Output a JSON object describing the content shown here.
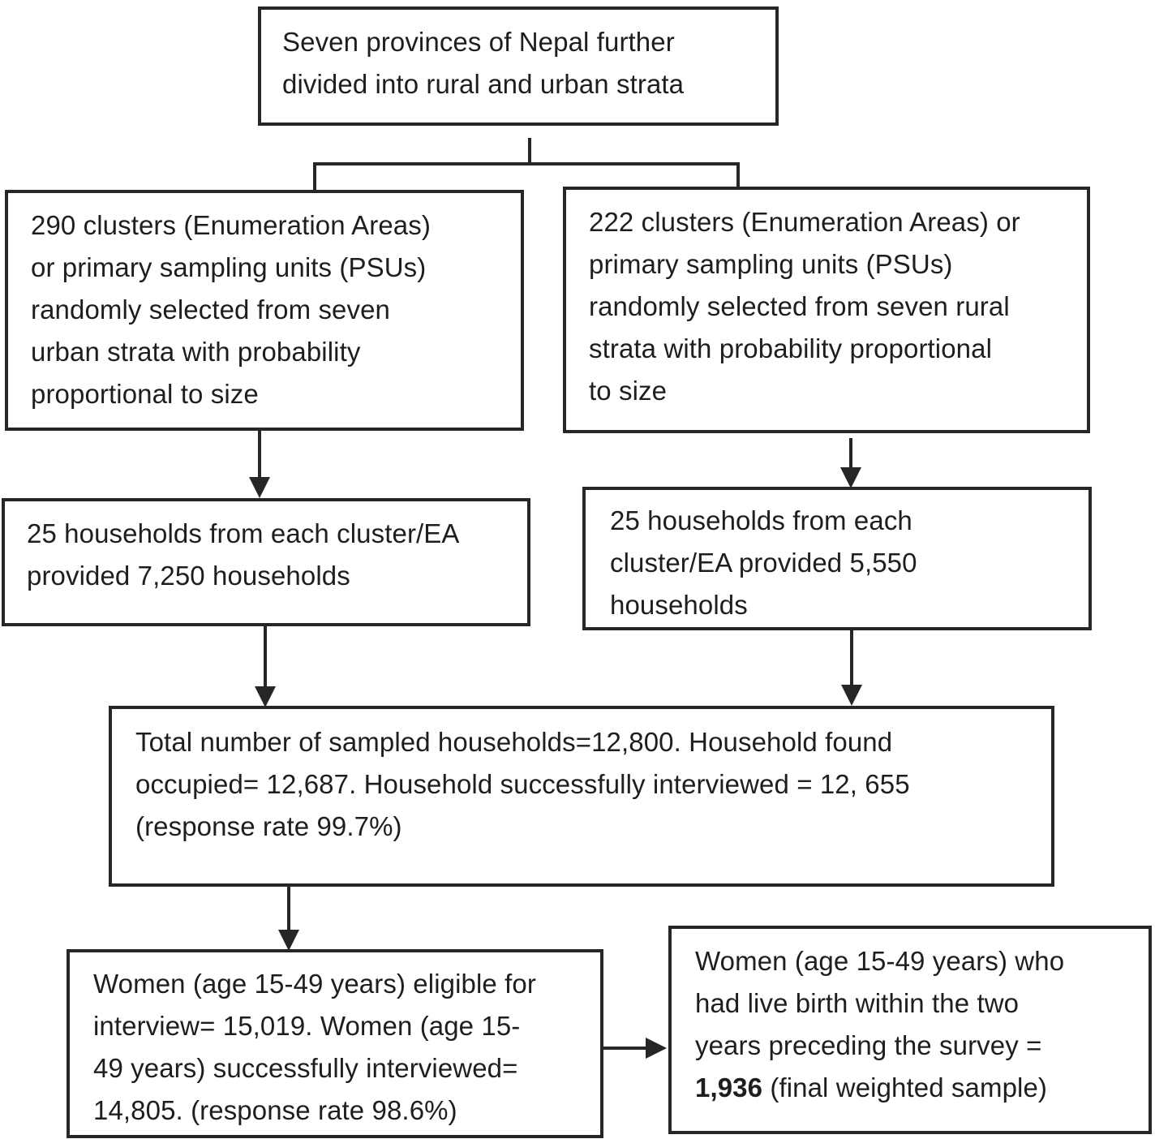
{
  "nodes": {
    "root": {
      "lines": [
        "Seven provinces of Nepal further",
        "divided into rural and urban strata"
      ]
    },
    "urban_clusters": {
      "lines": [
        "290 clusters (Enumeration Areas)",
        "or primary sampling units (PSUs)",
        "randomly selected from seven",
        "urban strata with probability",
        "proportional to size"
      ]
    },
    "rural_clusters": {
      "lines": [
        "222 clusters (Enumeration Areas) or",
        "primary sampling units (PSUs)",
        "randomly selected from seven rural",
        "strata with probability proportional",
        "to size"
      ]
    },
    "urban_households": {
      "lines": [
        "25 households from each cluster/EA",
        "provided 7,250 households"
      ]
    },
    "rural_households": {
      "lines": [
        "25 households from each",
        "cluster/EA provided 5,550",
        "households"
      ]
    },
    "total_households": {
      "lines": [
        "Total number of sampled households=12,800. Household found",
        "occupied= 12,687. Household successfully interviewed = 12, 655",
        "(response rate 99.7%)"
      ]
    },
    "women_interviewed": {
      "lines": [
        "Women (age 15-49 years) eligible for",
        "interview= 15,019. Women (age 15-",
        "49 years) successfully interviewed=",
        "14,805. (response rate 98.6%)"
      ]
    },
    "final_sample": {
      "lines": [
        "Women (age 15-49 years) who",
        "had live birth within the two",
        "years preceding the survey ="
      ],
      "bold_value": "1,936",
      "last_line_rest": " (final weighted sample)"
    }
  }
}
